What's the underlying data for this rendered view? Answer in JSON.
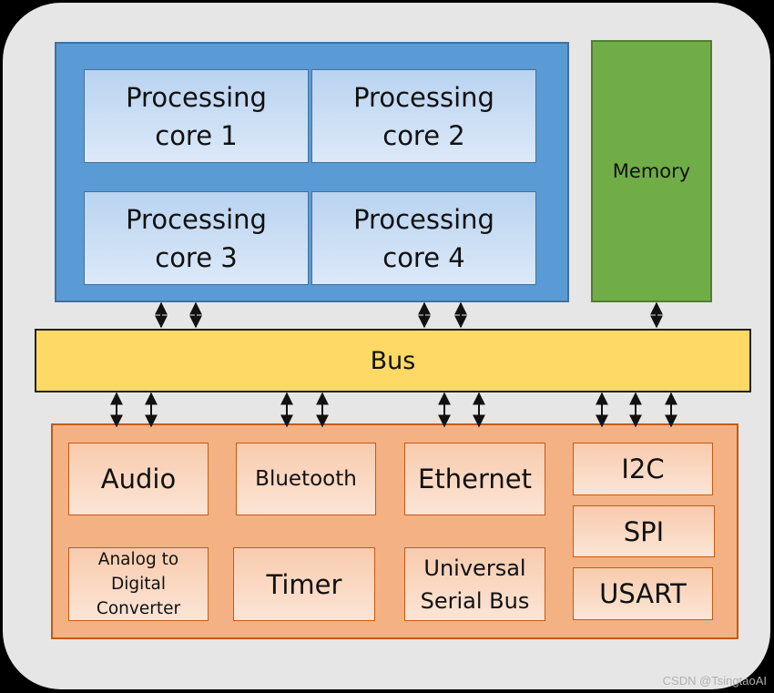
{
  "cpu": {
    "cores": [
      "Processing\ncore 1",
      "Processing\ncore 2",
      "Processing\ncore 3",
      "Processing\ncore 4"
    ]
  },
  "memory": {
    "label": "Memory"
  },
  "bus": {
    "label": "Bus"
  },
  "peripherals": {
    "audio": "Audio",
    "bluetooth": "Bluetooth",
    "ethernet": "Ethernet",
    "i2c": "I2C",
    "spi": "SPI",
    "usart": "USART",
    "adc": "Analog to\nDigital\nConverter",
    "timer": "Timer",
    "usb": "Universal\nSerial Bus"
  },
  "watermark": "CSDN @TsingtaoAI",
  "colors": {
    "cpu_block": "#5b9bd5",
    "memory_block": "#70ad47",
    "bus_block": "#ffd966",
    "peripheral_block": "#f4b183"
  }
}
